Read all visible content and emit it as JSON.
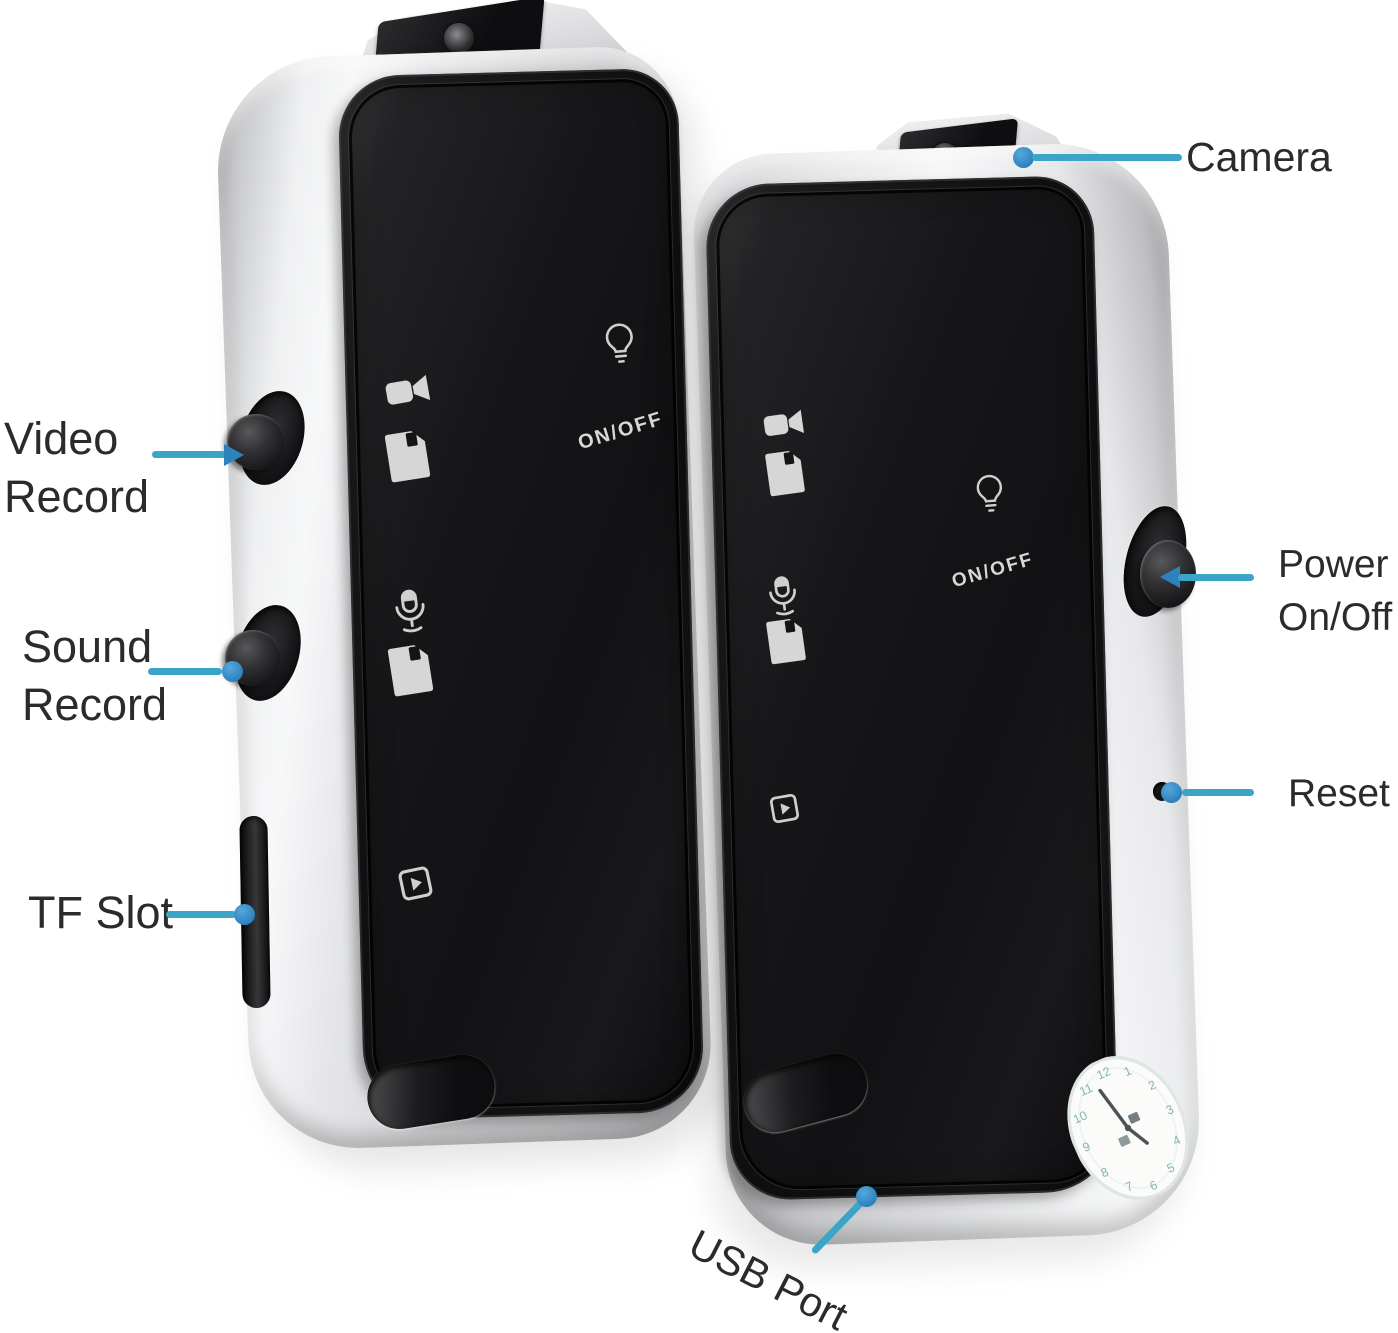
{
  "colors": {
    "background": "#ffffff",
    "leader_line": "#3aa5c7",
    "leader_cap": "#2d82bd",
    "label_text": "#2b2b2b",
    "body_silver": "#d9dadc",
    "face_black": "#161618",
    "icon_gray": "#d6d6d6"
  },
  "annotations": {
    "video_record": {
      "line1": "Video",
      "line2": "Record"
    },
    "sound_record": {
      "line1": "Sound",
      "line2": "Record"
    },
    "tf_slot": {
      "label": "TF Slot"
    },
    "camera": {
      "label": "Camera"
    },
    "power_on_off": {
      "line1": "Power",
      "line2": "On/Off"
    },
    "reset": {
      "label": "Reset"
    },
    "usb_port": {
      "label": "USB Port"
    }
  },
  "devices": {
    "left": {
      "on_off_label": "ON/OFF",
      "face_icons": [
        "video-camera",
        "save",
        "light-bulb",
        "microphone",
        "save",
        "playback"
      ]
    },
    "right": {
      "on_off_label": "ON/OFF",
      "face_icons": [
        "video-camera",
        "save",
        "light-bulb",
        "microphone",
        "save",
        "playback"
      ]
    }
  },
  "clock": {
    "numbers": [
      "12",
      "1",
      "2",
      "3",
      "4",
      "5",
      "6",
      "7",
      "8",
      "9",
      "10",
      "11"
    ]
  }
}
